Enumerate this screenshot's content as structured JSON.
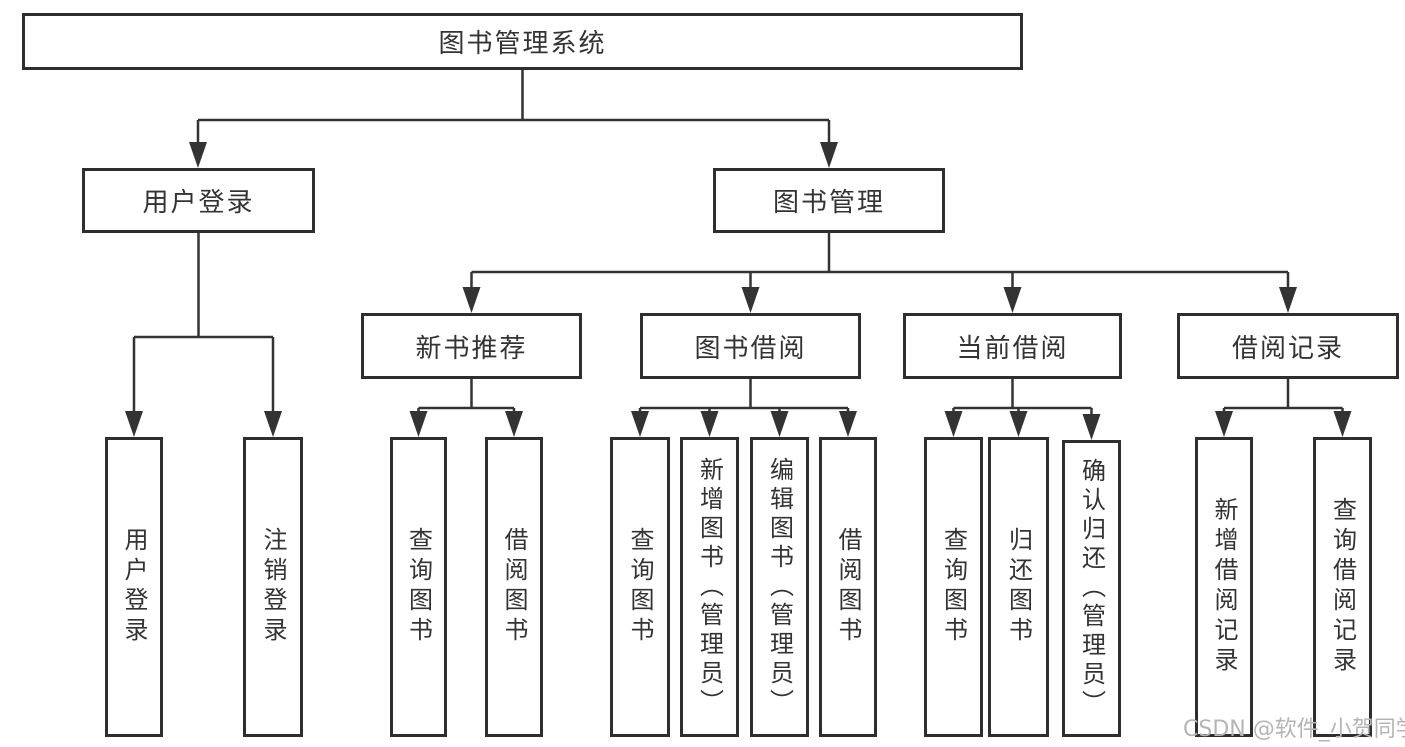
{
  "diagram": {
    "root": {
      "label": "图书管理系统"
    },
    "user_login": {
      "label": "用户登录",
      "children": [
        {
          "label": "用户登录"
        },
        {
          "label": "注销登录"
        }
      ]
    },
    "book_management": {
      "label": "图书管理",
      "sections": [
        {
          "label": "新书推荐",
          "children": [
            {
              "label": "查询图书"
            },
            {
              "label": "借阅图书"
            }
          ]
        },
        {
          "label": "图书借阅",
          "children": [
            {
              "label": "查询图书"
            },
            {
              "label": "新增图书（管理员）"
            },
            {
              "label": "编辑图书（管理员）"
            },
            {
              "label": "借阅图书"
            }
          ]
        },
        {
          "label": "当前借阅",
          "children": [
            {
              "label": "查询图书"
            },
            {
              "label": "归还图书"
            },
            {
              "label": "确认归还（管理员）"
            }
          ]
        },
        {
          "label": "借阅记录",
          "children": [
            {
              "label": "新增借阅记录"
            },
            {
              "label": "查询借阅记录"
            }
          ]
        }
      ]
    },
    "watermark": "CSDN @软件_小贺同学"
  }
}
